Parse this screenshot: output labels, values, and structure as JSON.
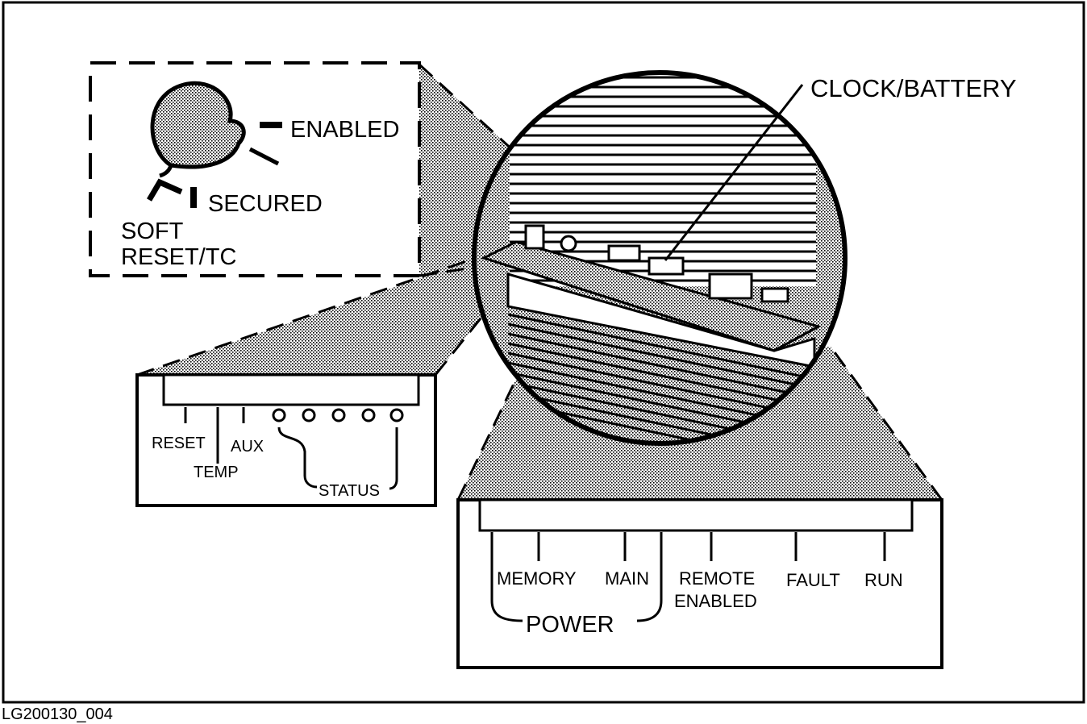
{
  "key_switch": {
    "enabled": "ENABLED",
    "secured": "SECURED",
    "soft_line1": "SOFT",
    "soft_line2": "RESET/TC"
  },
  "callout": {
    "clock_battery": "CLOCK/BATTERY"
  },
  "left_panel": {
    "reset": "RESET",
    "temp": "TEMP",
    "aux": "AUX",
    "status": "STATUS"
  },
  "right_panel": {
    "memory": "MEMORY",
    "main": "MAIN",
    "remote_line1": "REMOTE",
    "remote_line2": "ENABLED",
    "fault": "FAULT",
    "run": "RUN",
    "power": "POWER"
  },
  "figure_id": "LG200130_004"
}
